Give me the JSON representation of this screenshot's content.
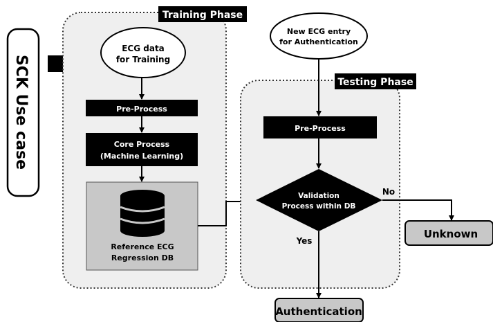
{
  "side_label": "SCK Use case",
  "training": {
    "phase_title": "Training Phase",
    "input_line1": "ECG data",
    "input_line2": "for Training",
    "preprocess": "Pre-Process",
    "core_line1": "Core Process",
    "core_line2": "(Machine Learning)",
    "db_line1": "Reference  ECG",
    "db_line2": "Regression DB"
  },
  "testing": {
    "phase_title": "Testing Phase",
    "input_line1": "New ECG entry",
    "input_line2": "for Authentication",
    "preprocess": "Pre-Process",
    "validation_line1": "Validation",
    "validation_line2": "Process within DB",
    "no_label": "No",
    "yes_label": "Yes"
  },
  "outcomes": {
    "unknown": "Unknown",
    "authentication": "Authentication"
  },
  "colors": {
    "black": "#000000",
    "panel_fill": "#efefef",
    "db_box_fill": "#c8c8c8",
    "outcome_fill": "#c8c8c8"
  }
}
